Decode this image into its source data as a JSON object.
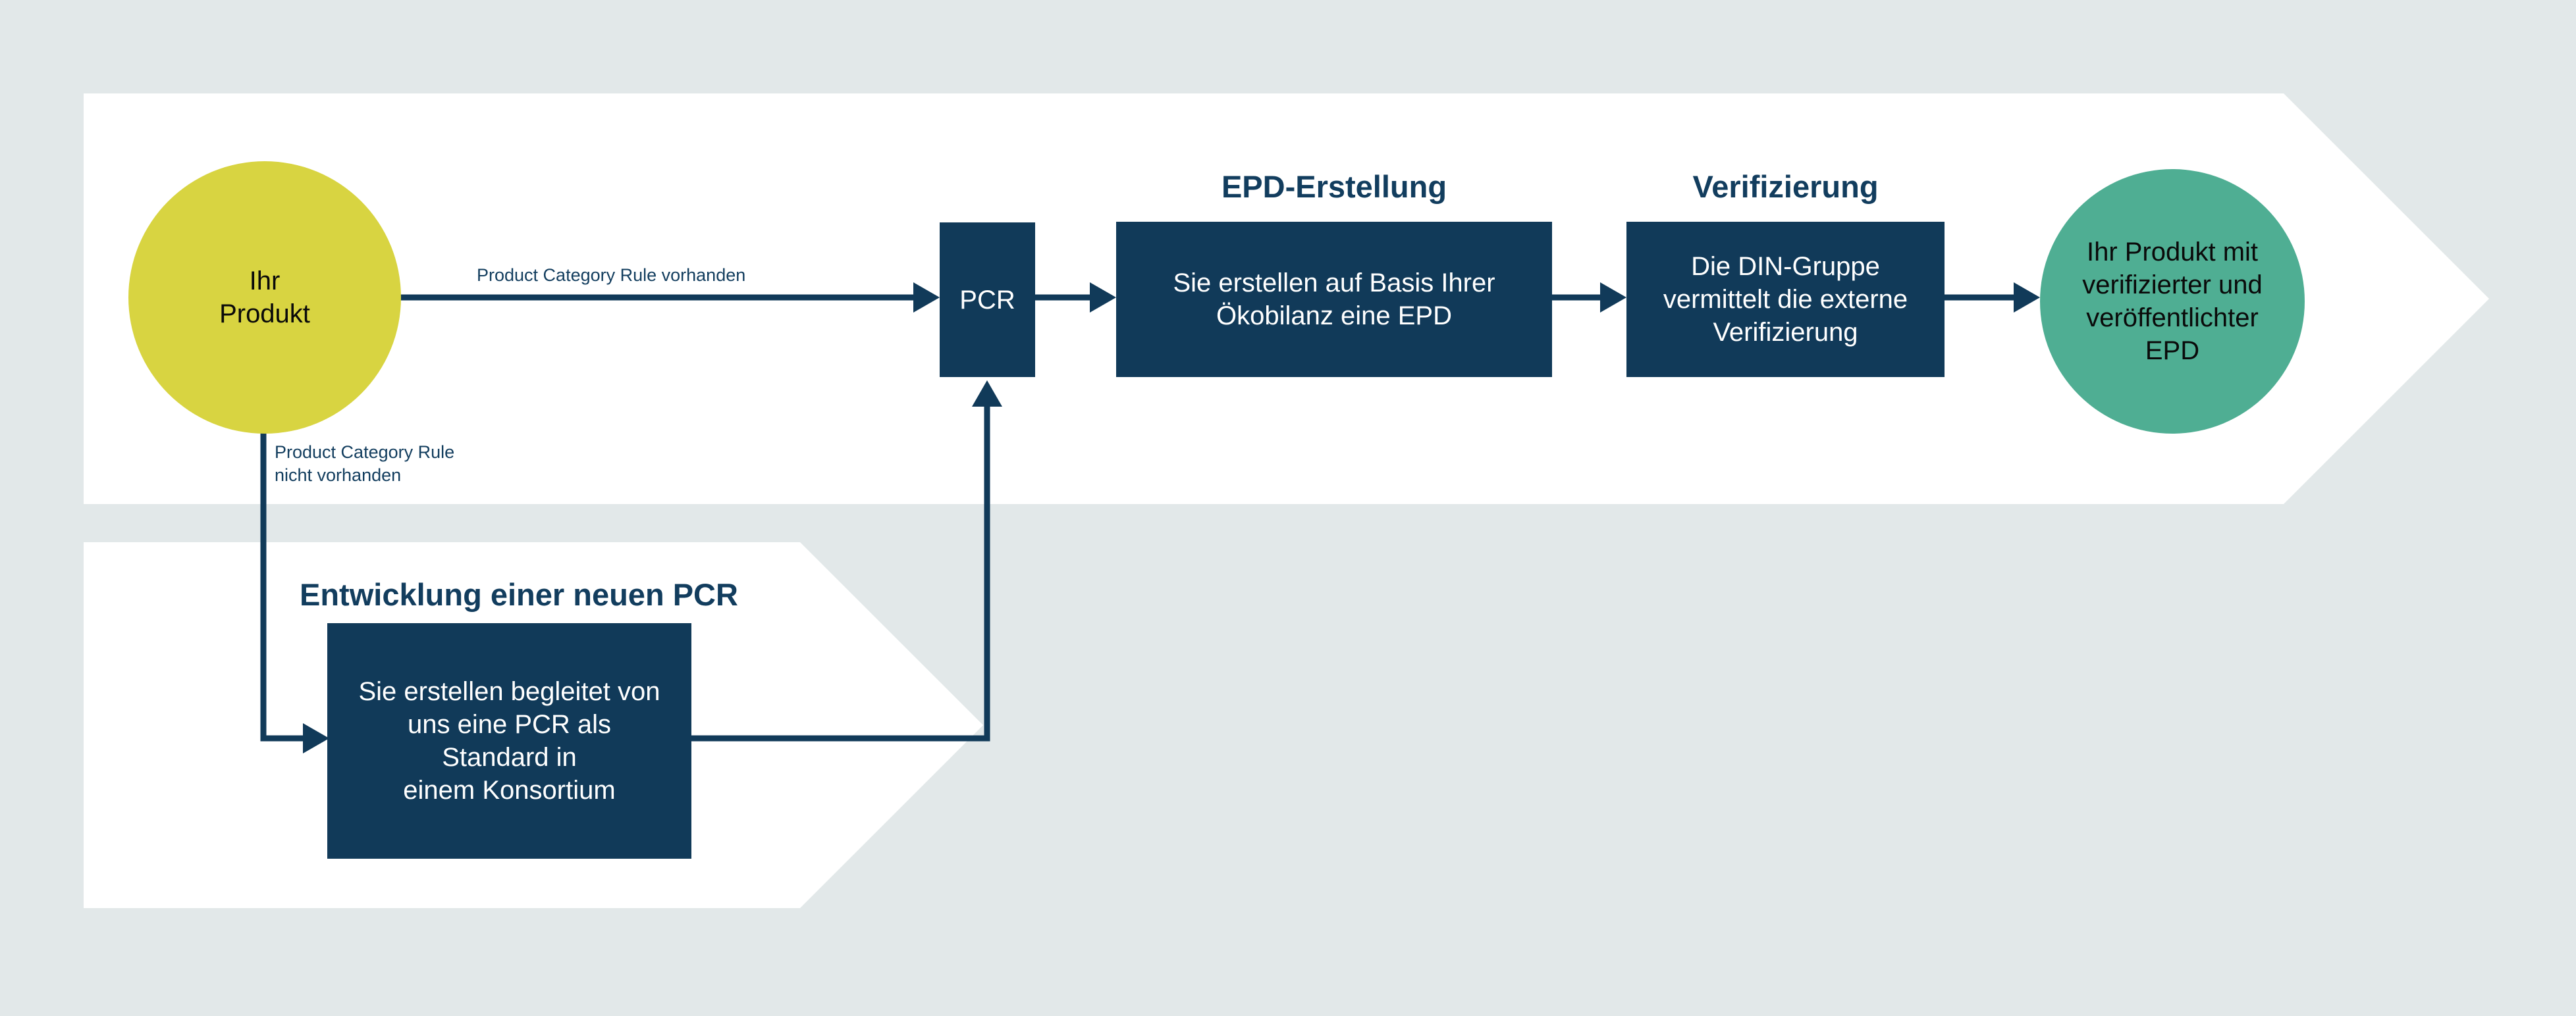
{
  "colors": {
    "background": "#e2e8e9",
    "banner": "#ffffff",
    "navy": "#113a59",
    "heading_text": "#123d5e",
    "start_circle_yellow": "#d8d441",
    "end_circle_green": "#4fae93",
    "box_text": "#ffffff",
    "circle_text": "#0a0a0a"
  },
  "flow": {
    "start": {
      "label": "Ihr\nProdukt"
    },
    "edge_labels": {
      "pcr_available": "Product Category Rule vorhanden",
      "pcr_not_available": "Product Category Rule\nnicht vorhanden"
    },
    "pcr": {
      "label": "PCR"
    },
    "epd": {
      "heading": "EPD-Erstellung",
      "body": "Sie erstellen auf Basis Ihrer\nÖkobilanz eine EPD"
    },
    "verification": {
      "heading": "Verifizierung",
      "body": "Die DIN-Gruppe\nvermittelt die externe\nVerifizierung"
    },
    "result": {
      "label": "Ihr Produkt mit\nverifizierter und\nveröffentlichter\nEPD"
    },
    "new_pcr": {
      "heading": "Entwicklung einer neuen PCR",
      "body": "Sie erstellen begleitet von\nuns eine PCR als\nStandard in\neinem Konsortium"
    }
  }
}
